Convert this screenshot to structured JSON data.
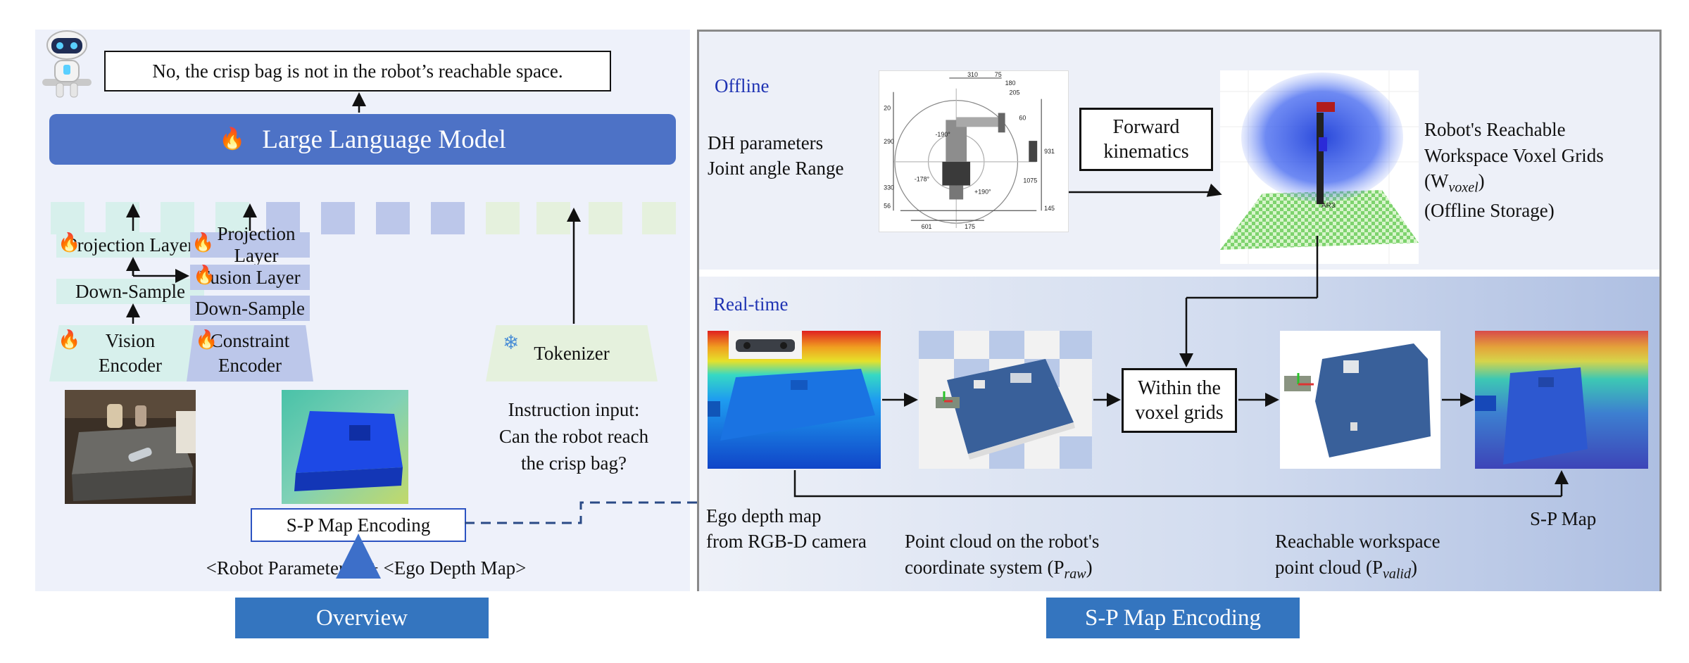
{
  "overview": {
    "answer": "No, the crisp bag is not in the robot’s reachable space.",
    "llm_label": "Large Language Model",
    "projection_layer_left": "Projection Layer",
    "down_sample_left": "Down-Sample",
    "vision_encoder": "Vision\nEncoder",
    "projection_layer_right": "Projection Layer",
    "fusion_layer": "Fusion Layer",
    "down_sample_right": "Down-Sample",
    "constraint_encoder": "Constraint\nEncoder",
    "tokenizer": "Tokenizer",
    "instruction": "Instruction input:\nCan the robot reach\nthe crisp bag?",
    "sp_map_encoding": "S-P Map Encoding",
    "input_line": "<Robot Parameters> + <Ego Depth Map>",
    "caption": "Overview"
  },
  "sp_encoding": {
    "offline_title": "Offline",
    "dh_params": "DH parameters\nJoint angle Range",
    "forward_kinematics": "Forward\nkinematics",
    "reachable_workspace": "Robot's Reachable\nWorkspace Voxel Grids\n(W",
    "voxel_sub": "voxel",
    "offline_storage": ")\n(Offline Storage)",
    "drawing_dims": [
      "310",
      "75",
      "180",
      "60",
      "290",
      "330",
      "601",
      "175",
      "931",
      "1075",
      "145",
      "205",
      "20",
      "56",
      "-190°",
      "+190°",
      "-178°",
      "AR3"
    ],
    "realtime_title": "Real-time",
    "within_voxel": "Within the\nvoxel grids",
    "ego_depth": "Ego depth map\nfrom RGB-D camera",
    "point_cloud_robot": "Point cloud on the robot's\ncoordinate system (P",
    "raw_sub": "raw",
    "reachable_pc": "Reachable workspace\npoint cloud (P",
    "valid_sub": "valid",
    "sp_map": "S-P Map",
    "caption": "S-P Map Encoding"
  },
  "colors": {
    "llm_blue": "#4d72c6",
    "mint": "#d7f0ec",
    "lavender": "#bcc7ea",
    "pale_green": "#e5f1dd",
    "caption_blue": "#3475bf",
    "realtime_bg": "#b8c6e6"
  }
}
